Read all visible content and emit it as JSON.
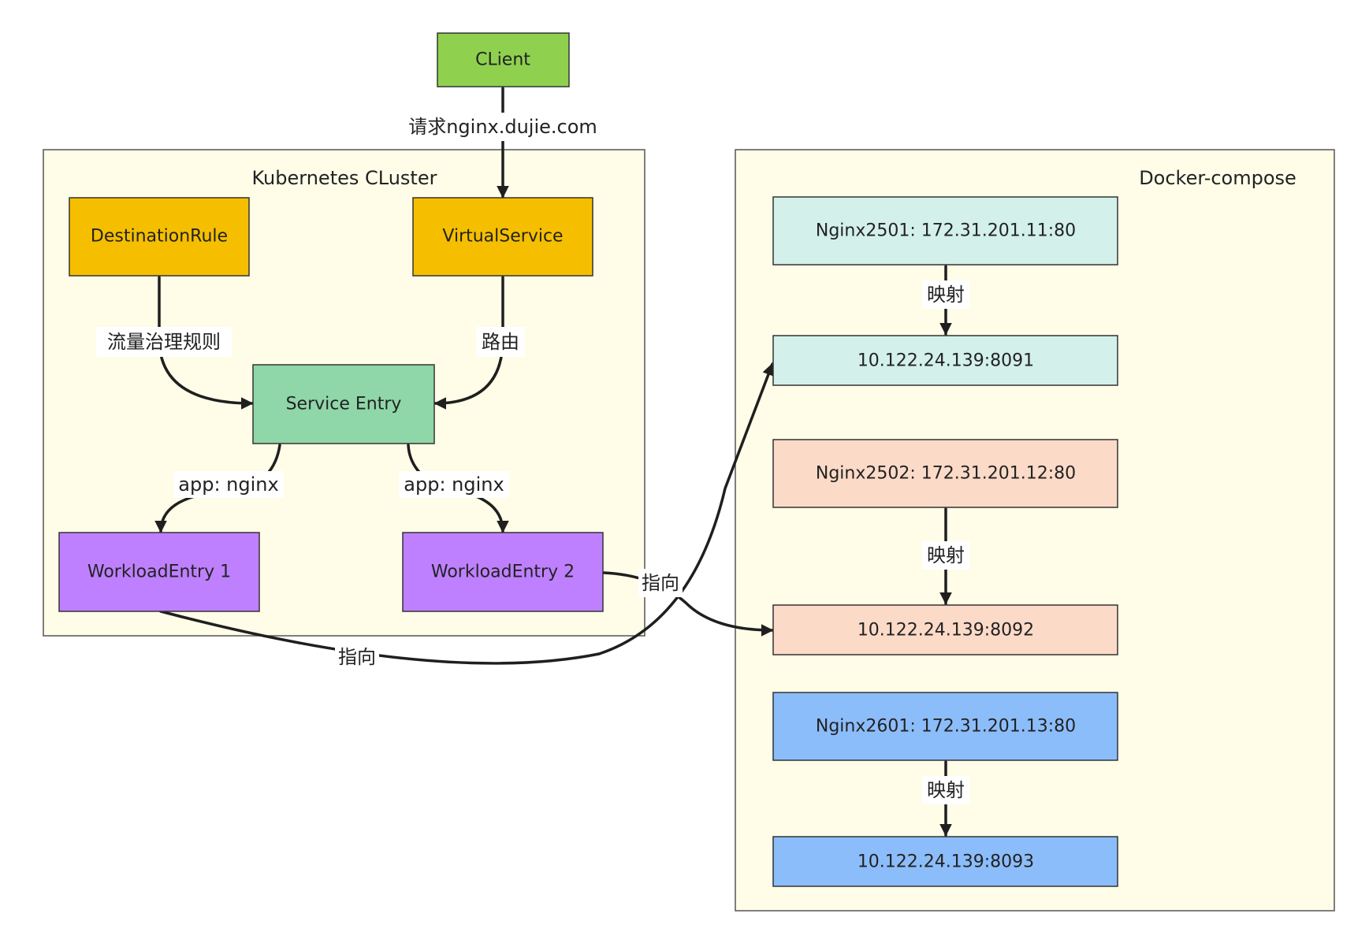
{
  "colors": {
    "client": "#8fd14f",
    "routing": "#f5bf00",
    "service_entry": "#8fd6a8",
    "workload": "#bf80ff",
    "mint": "#d3f0ea",
    "peach": "#fcdac8",
    "blue": "#8cbdfb",
    "cluster_bg": "#fffde8"
  },
  "clusters": {
    "kubernetes": {
      "title": "Kubernetes CLuster"
    },
    "docker": {
      "title": "Docker-compose"
    }
  },
  "nodes": {
    "client": "CLient",
    "destination_rule": "DestinationRule",
    "virtual_service": "VirtualService",
    "service_entry": "Service Entry",
    "workload_entry_1": "WorkloadEntry 1",
    "workload_entry_2": "WorkloadEntry 2",
    "nginx2501": "Nginx2501: 172.31.201.11:80",
    "host_8091": "10.122.24.139:8091",
    "nginx2502": "Nginx2502: 172.31.201.12:80",
    "host_8092": "10.122.24.139:8092",
    "nginx2601": "Nginx2601: 172.31.201.13:80",
    "host_8093": "10.122.24.139:8093"
  },
  "edge_labels": {
    "client_to_vs": "请求nginx.dujie.com",
    "dr_to_se": "流量治理规则",
    "vs_to_se": "路由",
    "se_to_we1": "app: nginx",
    "se_to_we2": "app: nginx",
    "we1_to_8091": "指向",
    "we2_to_8092": "指向",
    "nginx2501_map": "映射",
    "nginx2502_map": "映射",
    "nginx2601_map": "映射"
  }
}
